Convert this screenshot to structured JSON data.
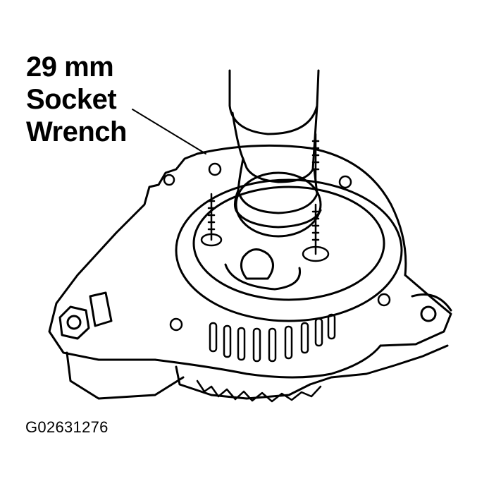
{
  "figure": {
    "callout_label": {
      "line1": "29 mm",
      "line2": "Socket",
      "line3": "Wrench"
    },
    "figure_code": "G02631276",
    "subject": "alternator-pulley-removal",
    "colors": {
      "line": "#000000",
      "background": "#ffffff"
    }
  }
}
